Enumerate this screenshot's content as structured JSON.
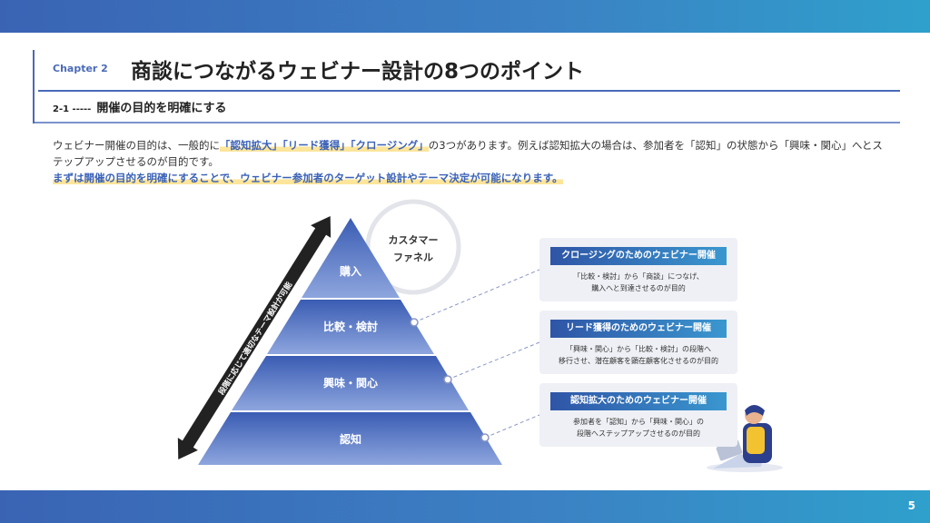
{
  "header": {
    "chapter": "Chapter 2",
    "title": "商談につながるウェビナー設計の8つのポイント",
    "section_num": "2-1 -----",
    "section_title": "開催の目的を明確にする"
  },
  "body": {
    "p1_a": "ウェビナー開催の目的は、一般的に",
    "hl1": "「認知拡大」「リード獲得」「クロージング」",
    "p1_b": "の3つがあります。例えば認知拡大の場合は、参加者を「認知」の状態から「興味・関心」へとステップアップさせるのが目的です。",
    "emphasis": "まずは開催の目的を明確にすることで、ウェビナー参加者のターゲット設計やテーマ決定が可能になります。"
  },
  "funnel": {
    "label": "カスタマー\nファネル",
    "label_line1": "カスタマー",
    "label_line2": "ファネル",
    "arrow_text": "段階に応じて適切なテーマ設計が可能",
    "levels": [
      "購入",
      "比較・検討",
      "興味・関心",
      "認知"
    ]
  },
  "cards": [
    {
      "title": "クロージングのためのウェビナー開催",
      "line1": "「比較・検討」から「商談」につなげ、",
      "line2": "購入へと到達させるのが目的"
    },
    {
      "title": "リード獲得のためのウェビナー開催",
      "line1": "「興味・関心」から「比較・検討」の段階へ",
      "line2": "移行させ、潜在顧客を顕在顧客化させるのが目的"
    },
    {
      "title": "認知拡大のためのウェビナー開催",
      "line1": "参加者を「認知」から「興味・関心」の",
      "line2": "段階へステップアップさせるのが目的"
    }
  ],
  "footer": {
    "page": "5"
  }
}
